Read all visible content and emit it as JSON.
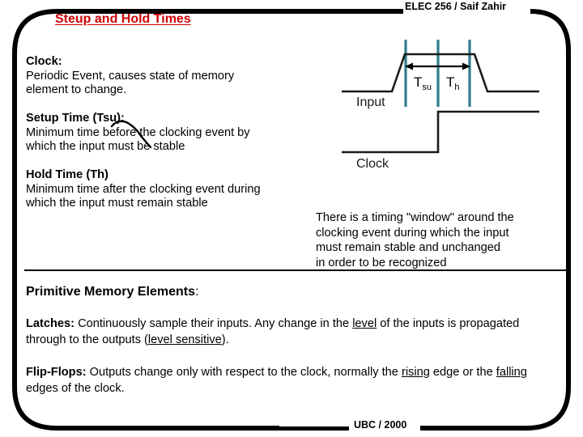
{
  "slide": {
    "header_label": "ELEC 256 / Saif Zahir",
    "title": "Steup and Hold Times",
    "footer_label": "UBC / 2000",
    "accent_color": "#CC0000",
    "border_color": "#000000",
    "diagram_line_color": "#1F1F1F",
    "diagram_marker_color": "#2E7F8C"
  },
  "definitions": {
    "clock": {
      "lead": "Clock:",
      "line1": "Periodic Event, causes state of memory",
      "line2": " element to change."
    },
    "setup": {
      "lead": "Setup Time (Tsu):",
      "line1": "Minimum time before the clocking event by",
      "line2": "which the input must be stable"
    },
    "hold": {
      "lead": "Hold Time (Th)",
      "line1": "Minimum time after the clocking event during",
      "line2": "which the input must remain stable"
    }
  },
  "window_note": {
    "line1": "There is a timing \"window\" around the",
    "line2": "clocking event during which the input",
    "line3": "must remain stable and unchanged",
    "line4": "in order to be recognized"
  },
  "primitive_section": {
    "heading_bold": "Primitive Memory Elements",
    "heading_tail": ":",
    "latches": {
      "lead": "Latches:",
      "part1": " Continuously sample their inputs. Any change in the ",
      "emph1": "level",
      "part2": " of the inputs is propagated through to the outputs (",
      "emph2": "level sensitive",
      "part3": ")."
    },
    "flipflops": {
      "lead": "Flip-Flops:",
      "part1": " Outputs change only with respect to the clock, normally the ",
      "emph1": "rising",
      "part2": " edge or the ",
      "emph2": "falling",
      "part3": " edges of the clock."
    }
  },
  "timing_diagram": {
    "input_label": "Input",
    "clock_label": "Clock",
    "tsu_label": "T",
    "tsu_sub": "su",
    "th_label": "T",
    "th_sub": "h"
  }
}
